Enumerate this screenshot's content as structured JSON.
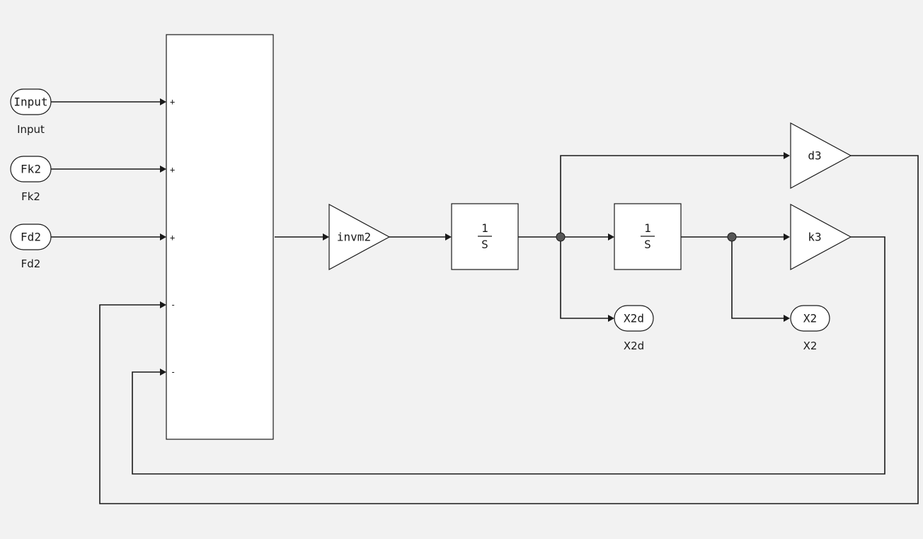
{
  "inports": [
    {
      "id": "input",
      "name": "Input",
      "label": "Input"
    },
    {
      "id": "fk2",
      "name": "Fk2",
      "label": "Fk2"
    },
    {
      "id": "fd2",
      "name": "Fd2",
      "label": "Fd2"
    }
  ],
  "sum": {
    "signs": [
      "+",
      "+",
      "+",
      "-",
      "-"
    ]
  },
  "gains": {
    "invm2": "invm2",
    "d3": "d3",
    "k3": "k3"
  },
  "integrators": {
    "numerator": "1",
    "denominator": "S"
  },
  "outports": [
    {
      "id": "x2d",
      "name": "X2d",
      "label": "X2d"
    },
    {
      "id": "x2",
      "name": "X2",
      "label": "X2"
    }
  ]
}
